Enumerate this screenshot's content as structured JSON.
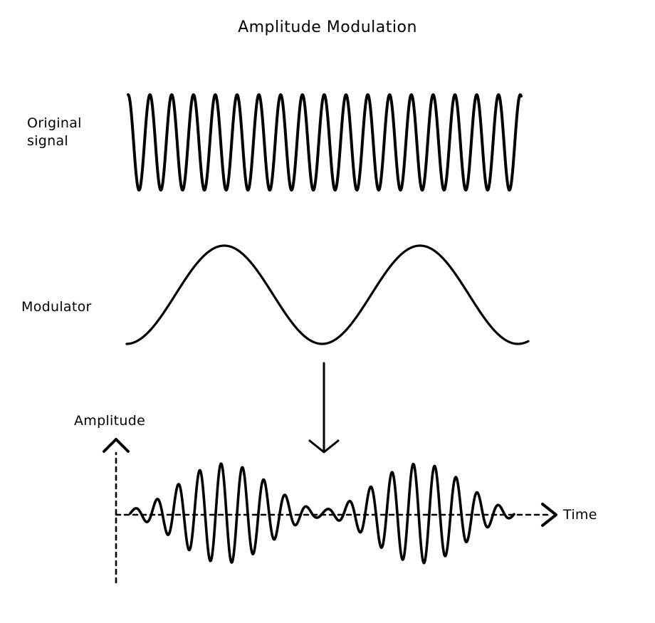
{
  "title": "Amplitude Modulation",
  "labels": {
    "original_signal": "Original\nsignal",
    "modulator": "Modulator",
    "amplitude_axis": "Amplitude",
    "time_axis": "Time"
  },
  "colors": {
    "stroke": "#000000",
    "background": "#ffffff"
  }
}
